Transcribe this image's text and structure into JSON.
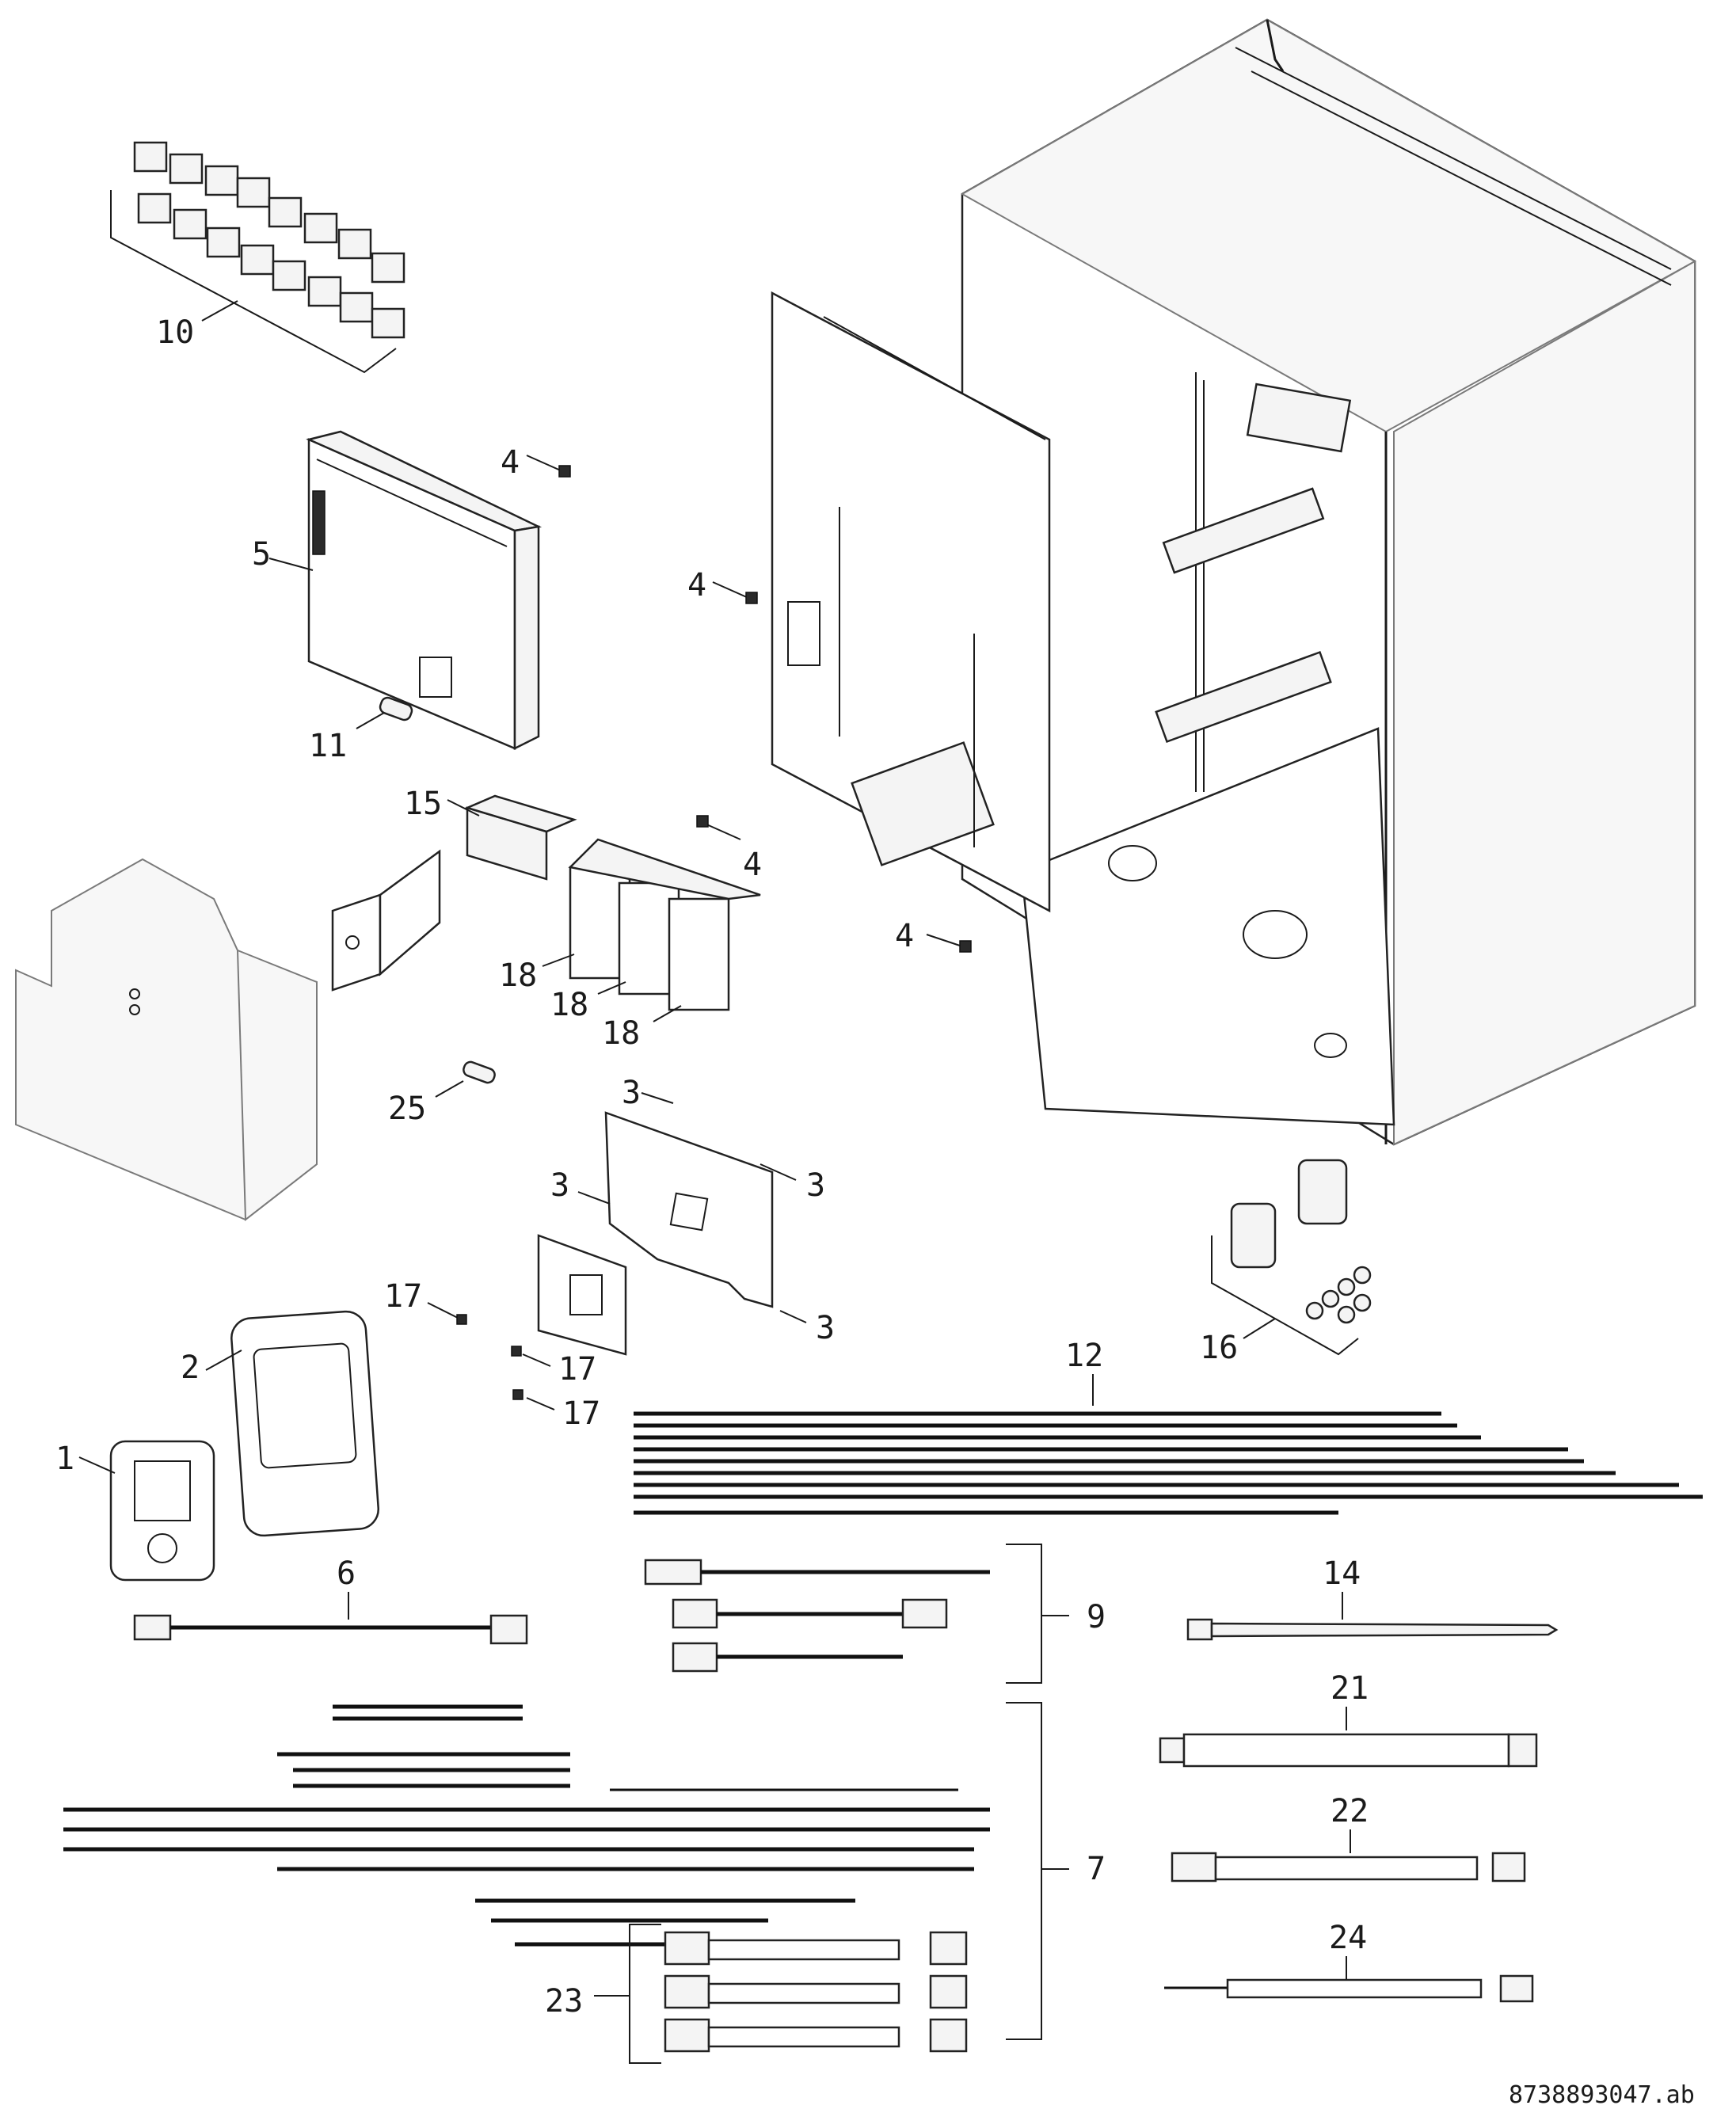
{
  "callouts": {
    "c1": "1",
    "c2": "2",
    "c3a": "3",
    "c3b": "3",
    "c3c": "3",
    "c3d": "3",
    "c4a": "4",
    "c4b": "4",
    "c4c": "4",
    "c4d": "4",
    "c5": "5",
    "c6": "6",
    "c7": "7",
    "c9": "9",
    "c10": "10",
    "c11": "11",
    "c12": "12",
    "c14": "14",
    "c15": "15",
    "c16": "16",
    "c17a": "17",
    "c17b": "17",
    "c17c": "17",
    "c18a": "18",
    "c18b": "18",
    "c18c": "18",
    "c21": "21",
    "c22": "22",
    "c23": "23",
    "c24": "24",
    "c25": "25"
  },
  "document_code": "8738893047.ab"
}
